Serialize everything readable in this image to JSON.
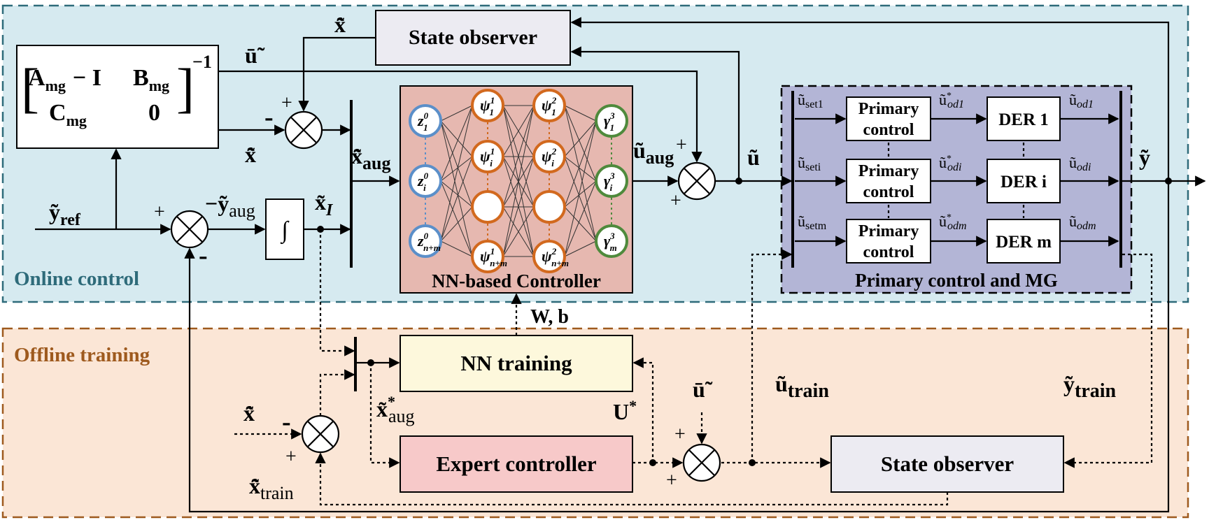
{
  "regions": {
    "online_label": "Online control",
    "offline_label": "Offline training",
    "colors": {
      "online_bg": "#d6eaf0",
      "online_border": "#2e6b7a",
      "offline_bg": "#fbe6d6",
      "offline_border": "#9e5a1e",
      "nn_bg": "#e6b8b0",
      "mg_bg": "#b3b5d6",
      "nn_training_bg": "#fdf8dc",
      "expert_bg": "#f7c9c9",
      "observer_bg": "#ecebf2"
    }
  },
  "blocks": {
    "state_observer_top": "State observer",
    "state_observer_bottom": "State observer",
    "nn_training": "NN training",
    "expert_controller": "Expert controller",
    "nn_controller_caption": "NN-based Controller",
    "mg_caption": "Primary control and MG",
    "primary_control_line1": "Primary",
    "primary_control_line2": "control",
    "der_1": "DER 1",
    "der_i": "DER i",
    "der_m": "DER m",
    "integrator": "∫"
  },
  "matrix": {
    "a_mg": "A",
    "mg_sub": "mg",
    "minus_i": "− I",
    "b_mg": "B",
    "c_mg": "C",
    "zero": "0",
    "exponent": "−1"
  },
  "neurons": {
    "input": [
      "z",
      "z",
      "z"
    ],
    "input_sup": [
      "0",
      "0",
      "0"
    ],
    "input_sub": [
      "1",
      "i",
      "n+m"
    ],
    "hidden1": [
      "ψ",
      "ψ",
      "",
      "ψ"
    ],
    "hidden1_sup": [
      "1",
      "1",
      "",
      "1"
    ],
    "hidden1_sub": [
      "1",
      "i",
      "",
      "n+m"
    ],
    "hidden2": [
      "ψ",
      "ψ",
      "",
      "ψ"
    ],
    "hidden2_sup": [
      "2",
      "2",
      "",
      "2"
    ],
    "hidden2_sub": [
      "1",
      "i",
      "",
      "n+m"
    ],
    "output": [
      "γ",
      "γ",
      "γ"
    ],
    "output_sup": [
      "3",
      "3",
      "3"
    ],
    "output_sub": [
      "1",
      "i",
      "m"
    ],
    "colors": {
      "input": "#5b8fc9",
      "hidden": "#d2691e",
      "output": "#4f8a3c"
    }
  },
  "signals": {
    "x_hat": "x̂̃",
    "u_bar": "ū̃",
    "x_aug_hat": "x̂̃",
    "aug": "aug",
    "u_aug": "ũ",
    "u_tilde": "ũ",
    "y_tilde": "ỹ",
    "y_ref": "ỹ",
    "ref": "ref",
    "y_aug": "−ỹ",
    "x_I": "x̃",
    "I": "I",
    "W_b": "W, b",
    "U_star": "U",
    "star": "*",
    "x_aug_star": "x̃",
    "u_train": "ũ",
    "train": "train",
    "y_train": "ỹ",
    "x_hat_train": "x̂̃",
    "plus": "+",
    "minus": "-",
    "u_set1": "ũ",
    "set1": "set1",
    "u_seti": "ũ",
    "seti": "seti",
    "u_setm": "ũ",
    "setm": "setm",
    "u_od_star1": "ũ",
    "od1": "od1",
    "u_od_stari": "ũ",
    "odi": "odi",
    "u_od_starm": "ũ",
    "odm": "odm",
    "u_od1": "ũ",
    "u_odi": "ũ",
    "u_odm": "ũ"
  }
}
